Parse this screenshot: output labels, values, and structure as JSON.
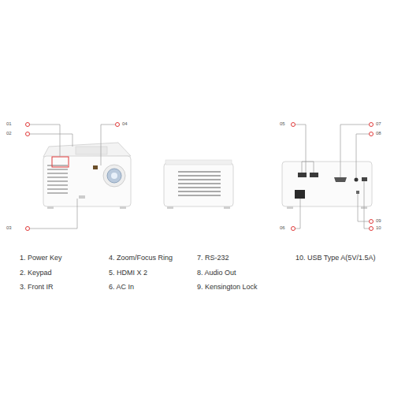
{
  "diagram": {
    "labels": [
      "01",
      "02",
      "03",
      "04",
      "05",
      "06",
      "07",
      "08",
      "09",
      "10",
      "1. Power Key",
      "2. Keypad",
      "3. Front IR",
      "4. Zoom/Focus Ring",
      "5. HDMI X 2",
      "6. AC In",
      "7. RS-232",
      "8. Audio Out",
      "9. Kensington Lock",
      "10. USB Type A(5V/1.5A)"
    ]
  }
}
